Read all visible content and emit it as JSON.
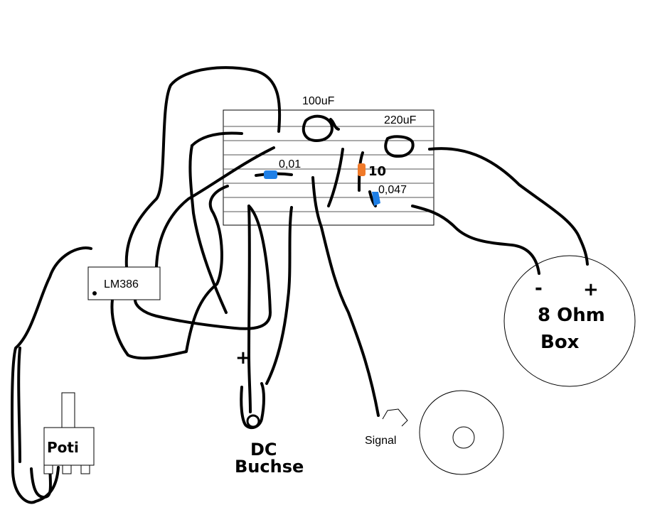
{
  "labels": {
    "cap_100uf": "100uF",
    "cap_220uf": "220uF",
    "cap_001": "0,01",
    "cap_0047": "0,047",
    "resistor_10": "10",
    "chip": "LM386",
    "poti": "Poti",
    "dc_plus": "+",
    "dc_line1": "DC",
    "dc_line2": "Buchse",
    "signal": "Signal",
    "speaker_minus": "-",
    "speaker_plus": "+",
    "speaker_line1": "8 Ohm",
    "speaker_line2": "Box"
  },
  "colors": {
    "wire": "#000000",
    "capacitor_blue": "#1e7fe6",
    "resistor_orange": "#f07a2a",
    "board_line": "#555555"
  }
}
